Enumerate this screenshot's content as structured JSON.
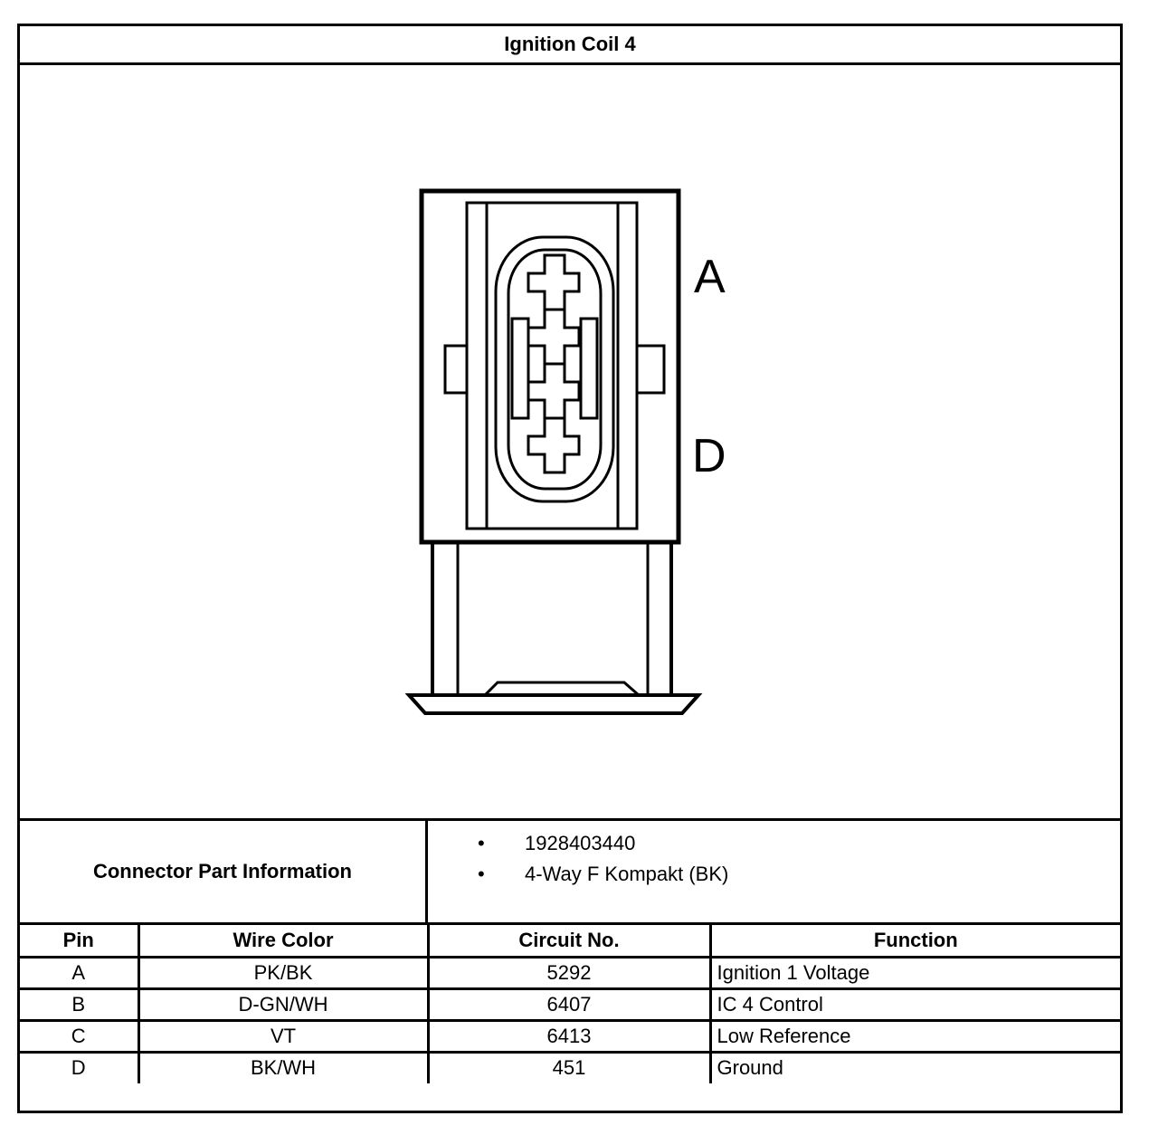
{
  "title": "Ignition Coil 4",
  "drawing": {
    "pin_labels": {
      "top": "A",
      "bottom": "D"
    }
  },
  "connector_info": {
    "label": "Connector Part Information",
    "items": [
      "1928403440",
      "4-Way F Kompakt (BK)"
    ],
    "bullet": "•"
  },
  "pin_table": {
    "headers": {
      "pin": "Pin",
      "wire_color": "Wire Color",
      "circuit": "Circuit No.",
      "function": "Function"
    },
    "rows": [
      {
        "pin": "A",
        "wire_color": "PK/BK",
        "circuit": "5292",
        "function": "Ignition 1 Voltage"
      },
      {
        "pin": "B",
        "wire_color": "D-GN/WH",
        "circuit": "6407",
        "function": "IC 4 Control"
      },
      {
        "pin": "C",
        "wire_color": "VT",
        "circuit": "6413",
        "function": "Low Reference"
      },
      {
        "pin": "D",
        "wire_color": "BK/WH",
        "circuit": "451",
        "function": "Ground"
      }
    ]
  }
}
